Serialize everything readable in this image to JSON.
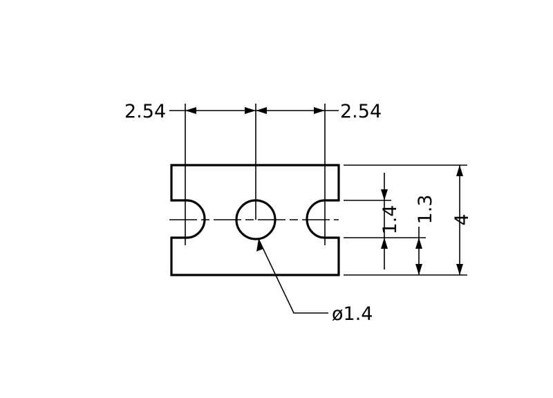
{
  "drawing": {
    "dim_top_left": "2.54",
    "dim_top_right": "2.54",
    "dim_inner_height": "1.4",
    "dim_lower_height": "1.3",
    "dim_total_height": "4",
    "dim_hole_diameter": "ø1.4",
    "line_color": "#000000",
    "background": "#ffffff"
  }
}
